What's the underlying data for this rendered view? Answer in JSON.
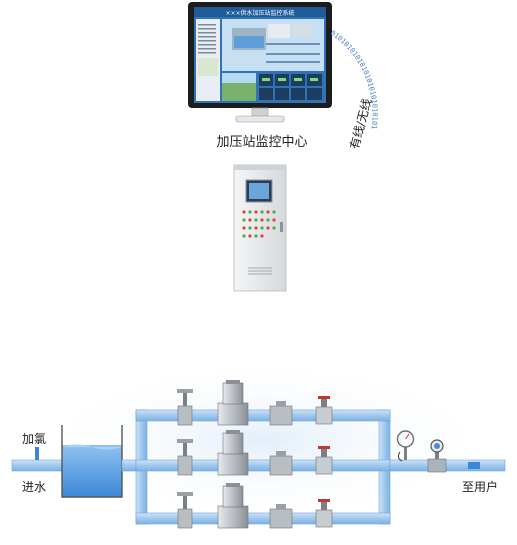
{
  "monitor": {
    "caption": "加压站监控中心",
    "screen_title": "×××供水加压站监控系统"
  },
  "link": {
    "label": "有线/无线",
    "bits": "01010101010101010101010101"
  },
  "process": {
    "inlet_chlorine": "加氯",
    "inlet_water": "进水",
    "outlet": "至用户"
  },
  "colors": {
    "pipe": "#9fc8ef",
    "pipe_edge": "#6ea3d6",
    "water": "#5aa3e8",
    "cabinet": "#e6e8ea",
    "screen_bg": "#2f73b8"
  }
}
